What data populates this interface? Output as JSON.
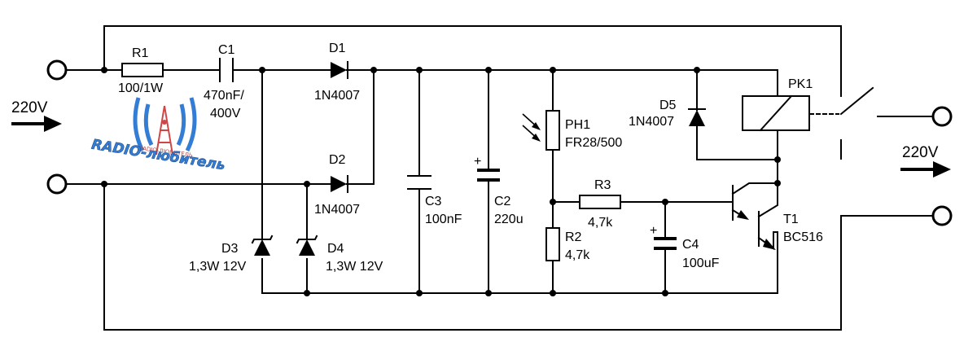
{
  "io": {
    "input_voltage": "220V",
    "output_voltage": "220V"
  },
  "components": {
    "R1": {
      "ref": "R1",
      "value": "100/1W"
    },
    "C1": {
      "ref": "C1",
      "value_line1": "470nF/",
      "value_line2": "400V"
    },
    "D1": {
      "ref": "D1",
      "value": "1N4007"
    },
    "D2": {
      "ref": "D2",
      "value": "1N4007"
    },
    "D3": {
      "ref": "D3",
      "value": "1,3W 12V"
    },
    "D4": {
      "ref": "D4",
      "value": "1,3W 12V"
    },
    "C3": {
      "ref": "C3",
      "value": "100nF"
    },
    "C2": {
      "ref": "C2",
      "value": "220u"
    },
    "PH1": {
      "ref": "PH1",
      "value": "FR28/500"
    },
    "R2": {
      "ref": "R2",
      "value": "4,7k"
    },
    "R3": {
      "ref": "R3",
      "value": "4,7k"
    },
    "C4": {
      "ref": "C4",
      "value": "100uF"
    },
    "D5": {
      "ref": "D5",
      "value": "1N4007"
    },
    "PK1": {
      "ref": "PK1"
    },
    "T1": {
      "ref": "T1",
      "value": "BC516"
    }
  },
  "polarity_mark": "+",
  "logo": {
    "text": "RADIO-любитель",
    "small_text": "RADIO-ЛЮБИТЕЛЬ"
  },
  "colors": {
    "wire": "#000000",
    "logo_blue": "#1f6fd1",
    "logo_red": "#cc3333"
  }
}
